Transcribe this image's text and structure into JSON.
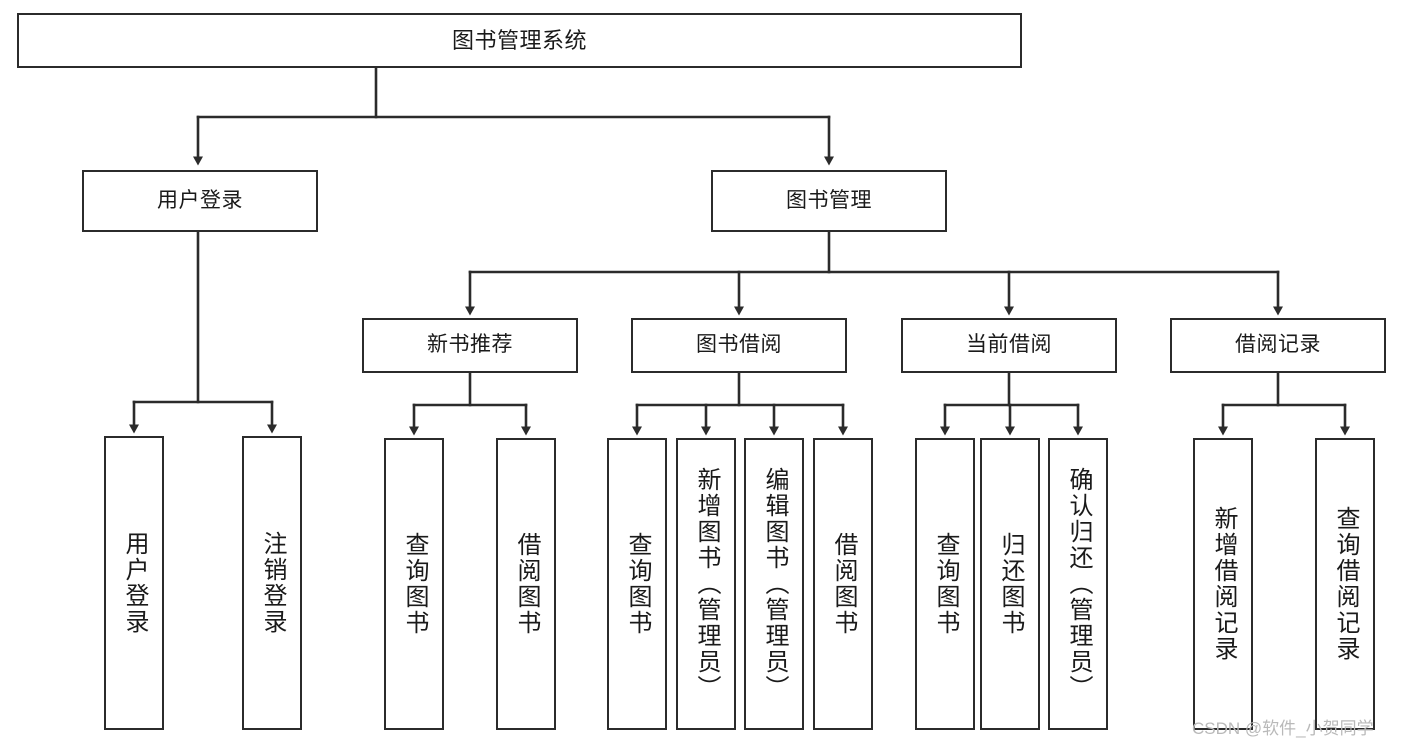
{
  "diagram": {
    "title": "图书管理系统",
    "type": "hierarchy-tree",
    "orientation": "top-down",
    "colors": {
      "box_border": "#2b2b2b",
      "box_fill": "#ffffff",
      "edge": "#2b2b2b",
      "text": "#1a1a1a",
      "watermark": "#b9b9b9",
      "background": "#ffffff"
    },
    "levels": 4
  },
  "root": {
    "label": "图书管理系统"
  },
  "level2": [
    {
      "label": "用户登录"
    },
    {
      "label": "图书管理"
    }
  ],
  "level3": [
    {
      "label": "新书推荐"
    },
    {
      "label": "图书借阅"
    },
    {
      "label": "当前借阅"
    },
    {
      "label": "借阅记录"
    }
  ],
  "leaves": {
    "user_login": [
      {
        "label": "用户登录"
      },
      {
        "label": "注销登录"
      }
    ],
    "new_book_recommend": [
      {
        "label": "查询图书"
      },
      {
        "label": "借阅图书"
      }
    ],
    "book_borrow": [
      {
        "label": "查询图书"
      },
      {
        "label": "新增图书（管理员）"
      },
      {
        "label": "编辑图书（管理员）"
      },
      {
        "label": "借阅图书"
      }
    ],
    "current_borrow": [
      {
        "label": "查询图书"
      },
      {
        "label": "归还图书"
      },
      {
        "label": "确认归还（管理员）"
      }
    ],
    "borrow_record": [
      {
        "label": "新增借阅记录"
      },
      {
        "label": "查询借阅记录"
      }
    ]
  },
  "watermark": {
    "text": "CSDN @软件_小贺同学"
  }
}
